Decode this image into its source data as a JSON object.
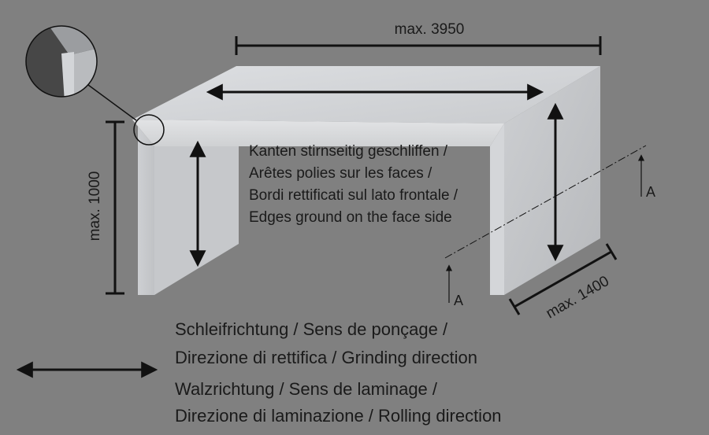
{
  "dimensions": {
    "length": "max. 3950",
    "height": "max. 1000",
    "depth": "max. 1400"
  },
  "edge_note": [
    "Kanten stirnseitig geschliffen /",
    "Arêtes polies sur les faces /",
    "Bordi rettificati sul lato frontale /",
    "Edges ground on the face side"
  ],
  "section_label": "A",
  "legend": {
    "grinding": [
      "Schleifrichtung / Sens de ponçage /",
      "Direzione di rettifica / Grinding direction"
    ],
    "rolling": [
      "Walzrichtung / Sens de laminage /",
      "Direzione di laminazione / Rolling direction"
    ]
  },
  "colors": {
    "background": "#808080",
    "panel_light": "#d6d8db",
    "panel_mid": "#c4c6c9",
    "panel_dark": "#b3b5b8",
    "line": "#111111"
  },
  "icons": [
    "corner-detail-magnifier-icon",
    "double-arrow-icon"
  ]
}
